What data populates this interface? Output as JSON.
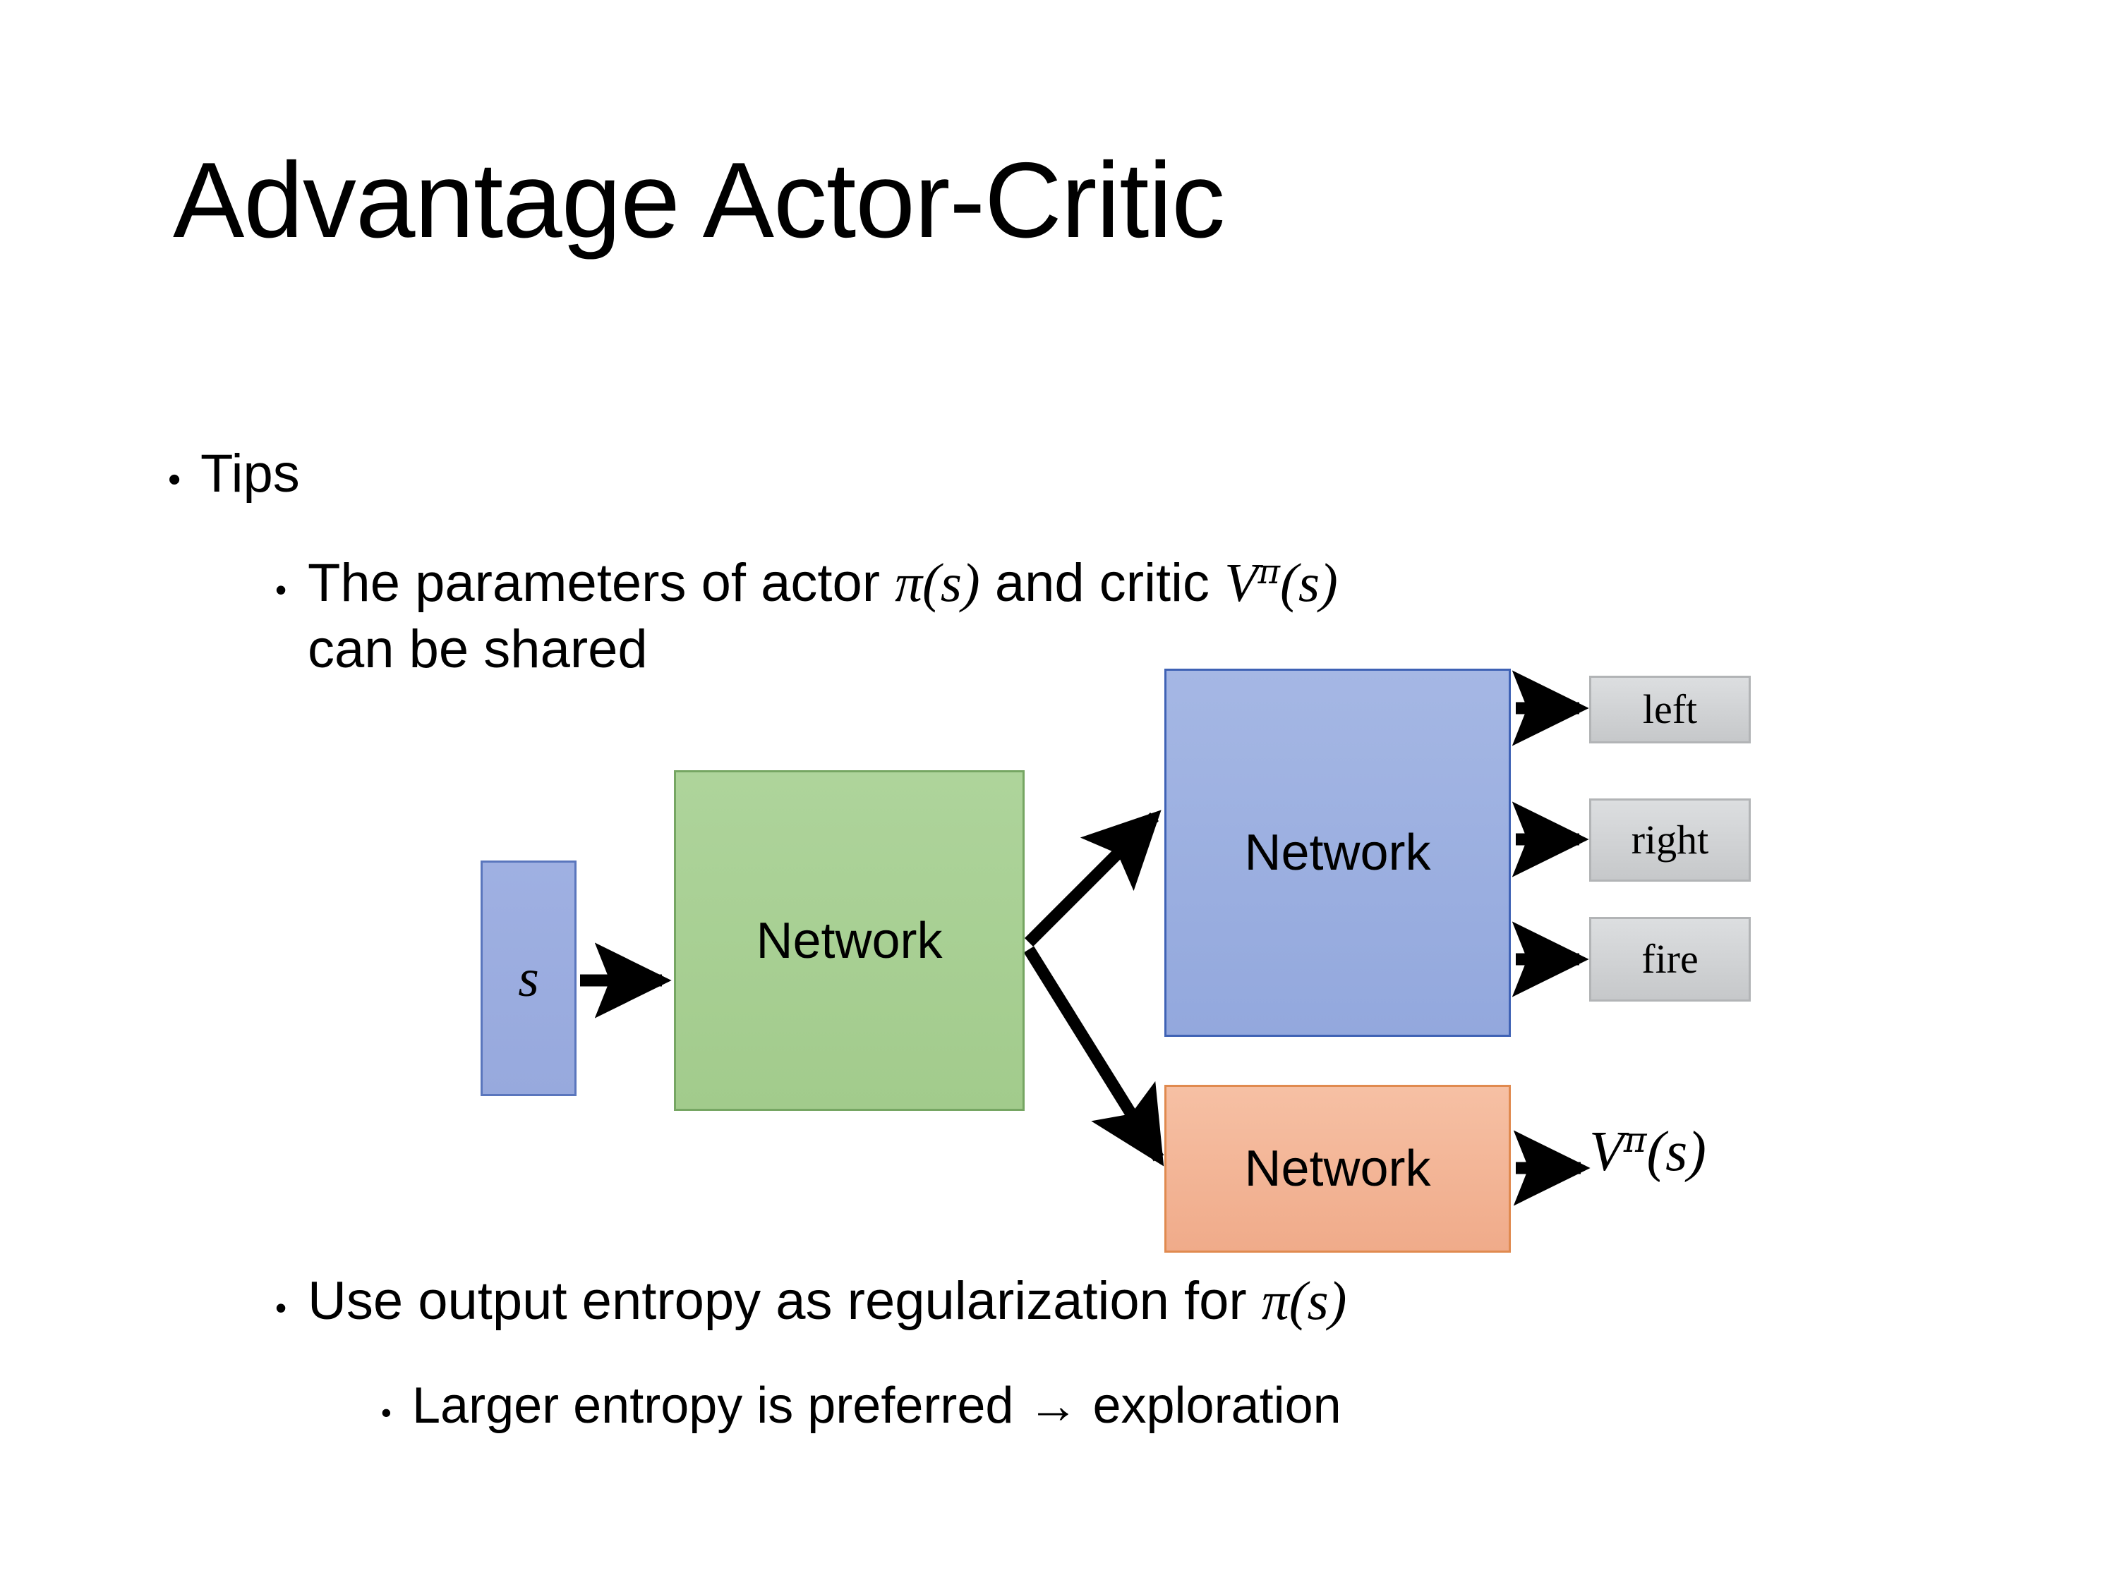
{
  "slide": {
    "title": "Advantage Actor-Critic",
    "background_color": "#ffffff"
  },
  "bullets": {
    "tips": {
      "marker": "•",
      "text": "Tips"
    },
    "params": {
      "marker": "•",
      "line1_prefix": "The parameters of actor ",
      "pi_s": "π(s)",
      "line1_middle": "  and critic ",
      "v_pi": "V",
      "v_pi_sup": "π",
      "v_pi_arg": "(s)",
      "line2": "can be shared",
      "full_text": "The parameters of actor π(s)  and critic Vπ(s) can be shared"
    },
    "entropy": {
      "marker": "•",
      "text_prefix": "Use output entropy as regularization for ",
      "pi_s": "π(s)",
      "full_text": "Use output entropy as regularization for π(s)"
    },
    "larger": {
      "marker": "•",
      "text": "Larger entropy is preferred → exploration"
    }
  },
  "diagram": {
    "input_box": {
      "label": "s",
      "fill": "#97a9dd",
      "border": "#5a76bd"
    },
    "shared_network": {
      "label": "Network",
      "fill": "#a9d096",
      "border": "#76a663"
    },
    "actor_network": {
      "label": "Network",
      "fill": "#9eb2e0",
      "border": "#3f62b5"
    },
    "critic_network": {
      "label": "Network",
      "fill": "#f2b696",
      "border": "#e08a4f"
    },
    "action_outputs": [
      {
        "label": "left",
        "fill": "#d2d4d6",
        "border": "#b2b4b6"
      },
      {
        "label": "right",
        "fill": "#d2d4d6",
        "border": "#b2b4b6"
      },
      {
        "label": "fire",
        "fill": "#d2d4d6",
        "border": "#b2b4b6"
      }
    ],
    "value_output": {
      "base": "V",
      "superscript": "π",
      "argument": "(s)"
    },
    "arrow_color": "#000000"
  }
}
